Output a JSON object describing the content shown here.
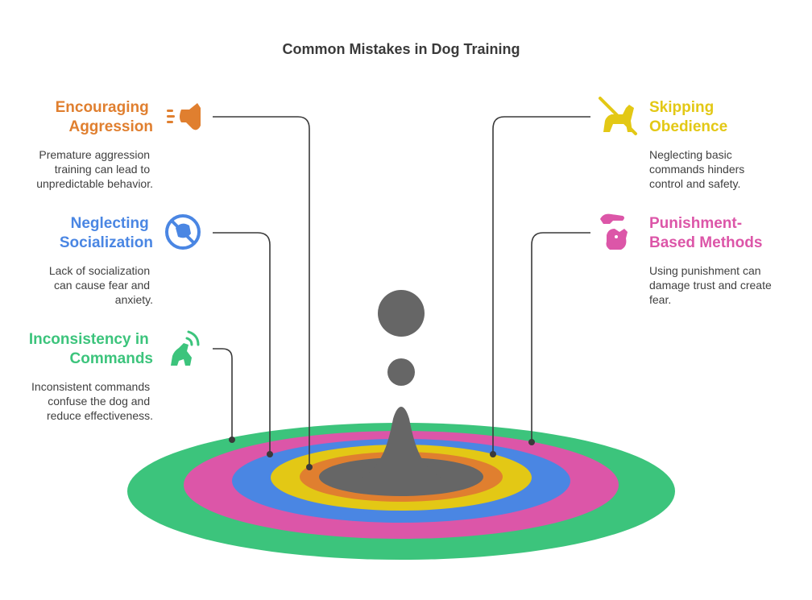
{
  "title": "Common Mistakes in Dog Training",
  "colors": {
    "green": "#3cc47c",
    "pink": "#dc56a8",
    "blue": "#4a86e3",
    "yellow": "#e3c815",
    "orange": "#e07f2f",
    "gray": "#666666"
  },
  "items": {
    "aggression": {
      "heading": [
        "Encouraging",
        "Aggression"
      ],
      "desc": [
        "Premature aggression",
        "training can lead to",
        "unpredictable behavior."
      ],
      "icon": "barking-dog-icon"
    },
    "socialization": {
      "heading": [
        "Neglecting",
        "Socialization"
      ],
      "desc": [
        "Lack of socialization",
        "can cause fear and",
        "anxiety."
      ],
      "icon": "no-dog-social-icon"
    },
    "inconsistency": {
      "heading": [
        "Inconsistency in",
        "Commands"
      ],
      "desc": [
        "Inconsistent commands",
        "confuse the dog and",
        "reduce effectiveness."
      ],
      "icon": "howling-dog-signal-icon"
    },
    "obedience": {
      "heading": [
        "Skipping",
        "Obedience"
      ],
      "desc": [
        "Neglecting basic",
        "commands hinders",
        "control and safety."
      ],
      "icon": "crossed-out-dog-icon"
    },
    "punishment": {
      "heading": [
        "Punishment-",
        "Based Methods"
      ],
      "desc": [
        "Using punishment can",
        "damage trust and create",
        "fear."
      ],
      "icon": "hand-and-dog-icon"
    }
  }
}
